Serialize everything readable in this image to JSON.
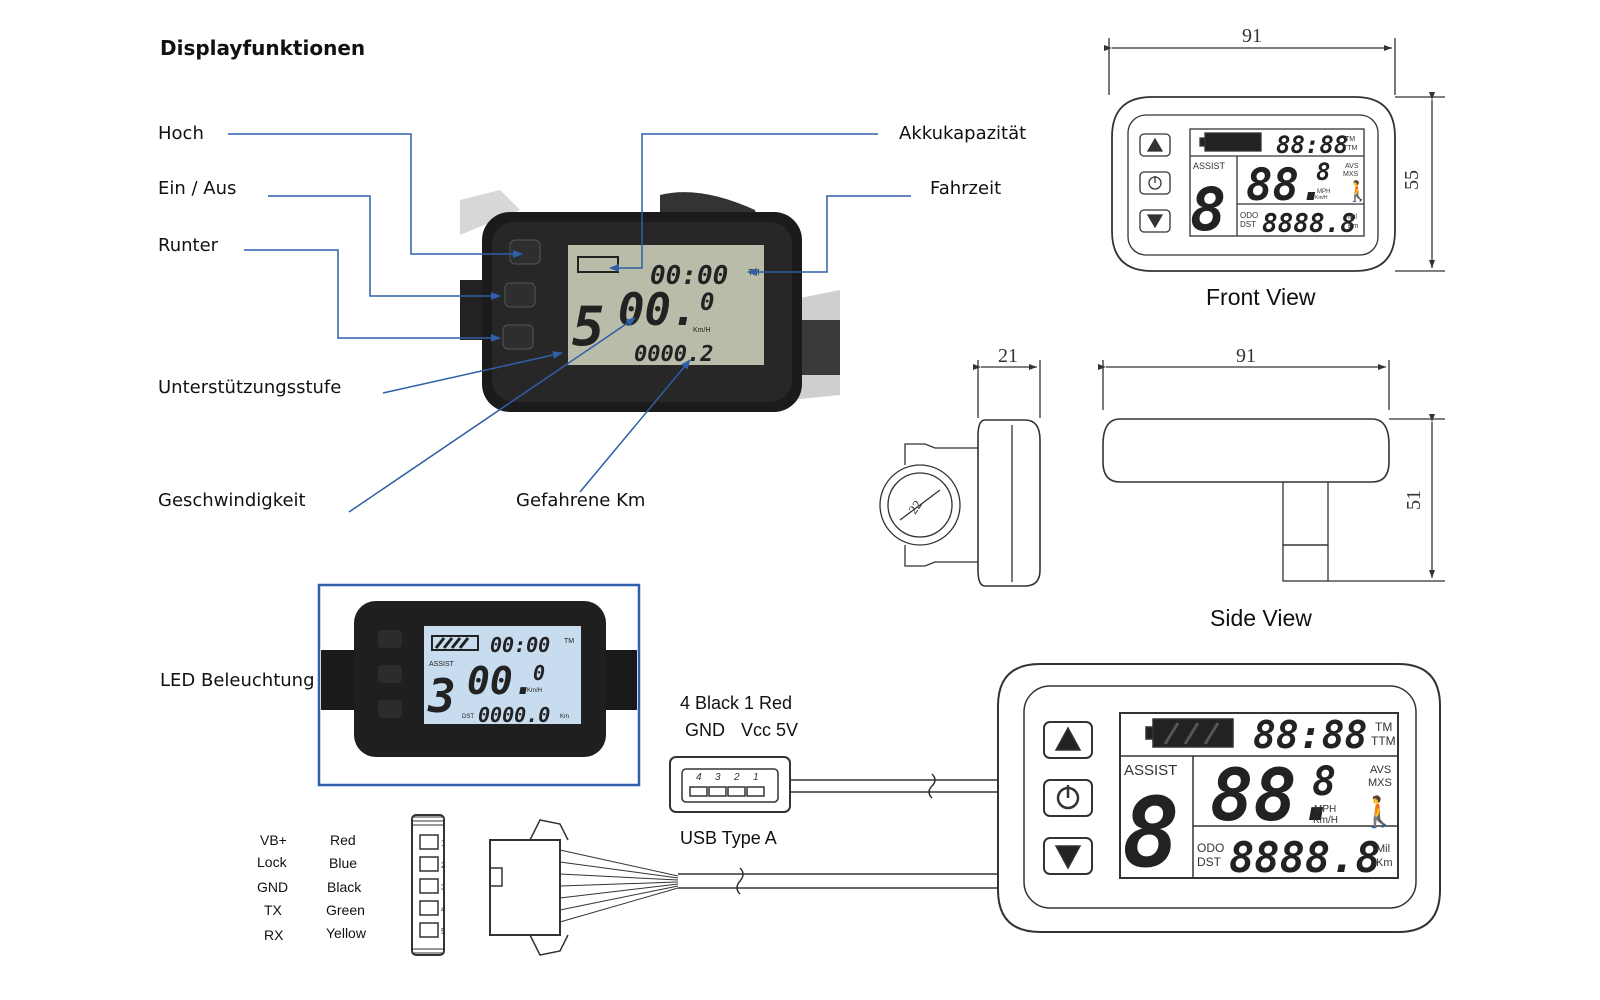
{
  "title": "Displayfunktionen",
  "callouts": {
    "up": "Hoch",
    "power": "Ein / Aus",
    "down": "Runter",
    "assist_level": "Unterstützungsstufe",
    "speed": "Geschwindigkeit",
    "battery": "Akkukapazität",
    "ride_time": "Fahrzeit",
    "distance": "Gefahrene Km",
    "backlight": "LED Beleuchtung"
  },
  "photo_display": {
    "time": "00:00",
    "time_unit": "TM",
    "speed": "00.",
    "speed_decimal": "0",
    "speed_unit": "Km/H",
    "assist_digit": "5",
    "distance": "0000.2"
  },
  "backlit_display": {
    "time": "00:00",
    "time_unit": "TM",
    "assist_label": "ASSIST",
    "assist_digit": "3",
    "speed": "00.",
    "speed_decimal": "0",
    "speed_unit": "Km/H",
    "dst_label": "DST",
    "distance": "0000.0",
    "distance_unit": "Km"
  },
  "lcd_layout": {
    "time": "88:88",
    "tm": "TM",
    "ttm": "TTM",
    "assist_label": "ASSIST",
    "assist_digit": "8",
    "speed": "88.",
    "speed_decimal": "8",
    "avs": "AVS",
    "mxs": "MXS",
    "mph": "MPH",
    "kmh": "Km/H",
    "odo": "ODO",
    "dst": "DST",
    "distance": "8888.8",
    "mil": "Mil",
    "km": "Km"
  },
  "front_view": {
    "label": "Front View",
    "width_dim": "91",
    "height_dim": "55"
  },
  "side_view": {
    "label": "Side View",
    "depth_dim": "21",
    "width_dim": "91",
    "height_dim": "51",
    "clamp_dim": "22"
  },
  "usb": {
    "line1": "4 Black 1 Red",
    "gnd": "GND",
    "vcc": "Vcc 5V",
    "type": "USB Type A",
    "pins": [
      "4",
      "3",
      "2",
      "1"
    ]
  },
  "connector": {
    "pins": [
      {
        "signal": "VB+",
        "color": "Red"
      },
      {
        "signal": "Lock",
        "color": "Blue"
      },
      {
        "signal": "GND",
        "color": "Black"
      },
      {
        "signal": "TX",
        "color": "Green"
      },
      {
        "signal": "RX",
        "color": "Yellow"
      }
    ],
    "pin_numbers": [
      "1",
      "2",
      "3",
      "4",
      "5"
    ]
  },
  "colors": {
    "callout_line": "#2f5fa8",
    "photo_frame": "#2f5fa8",
    "lcd_screen": "#b9bca8",
    "lcd_backlit": "#c8dcef",
    "drawing_line": "#333333"
  }
}
